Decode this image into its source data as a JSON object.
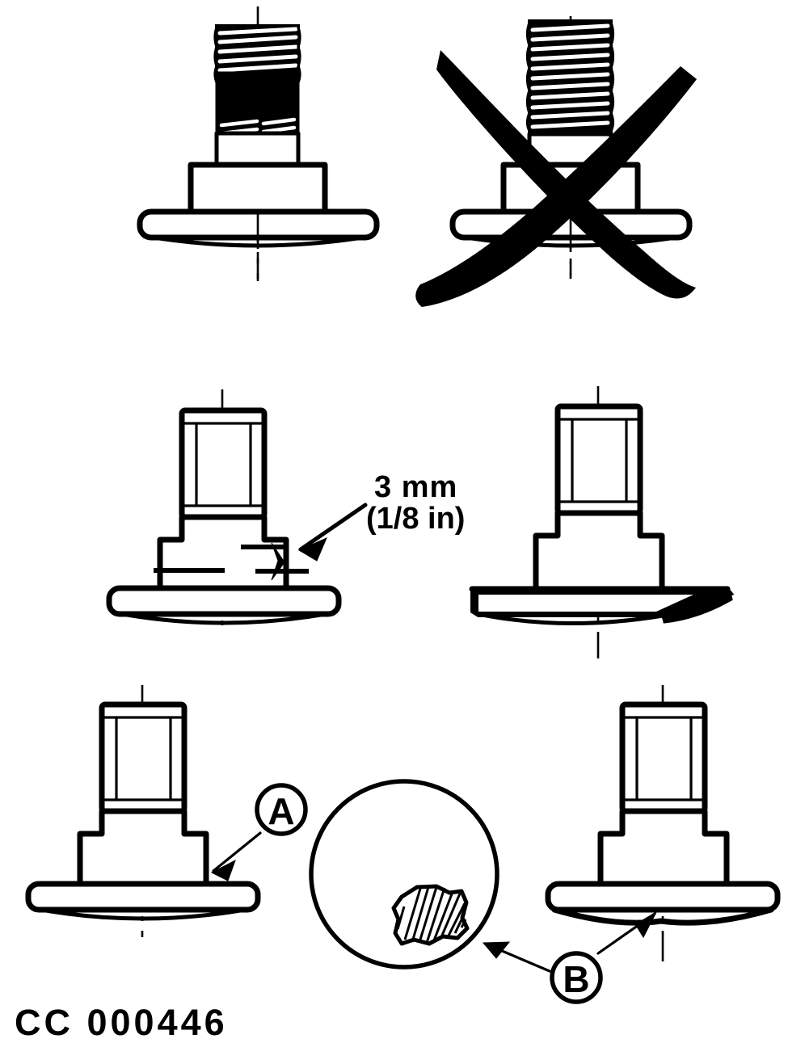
{
  "document": {
    "type": "technical-illustration",
    "caption": "CC 000446",
    "subject": "wheel stud / flange bolt installation comparison",
    "background_color": "#ffffff",
    "ink_color": "#000000"
  },
  "annotations": {
    "dimension_mm": "3 mm",
    "dimension_in": "(1/8 in)",
    "callout_a": "A",
    "callout_b": "B"
  },
  "figures": {
    "row1": {
      "left": {
        "name": "correct-stud-partially-coated",
        "status_mark": "none",
        "description": "stud with threaded tip and blackened coated shank seated on hex body and flange"
      },
      "right": {
        "name": "incorrect-stud-fully-threaded",
        "status_mark": "x-cross",
        "description": "fully threaded stud crossed out with a heavy hand drawn X"
      }
    },
    "row2": {
      "left": {
        "name": "stud-with-gap-dimension",
        "dimension_callout": "3 mm"
      },
      "right": {
        "name": "stud-with-deformed-flange",
        "description": "flange washer bent / distorted on one side"
      }
    },
    "row3": {
      "left": {
        "name": "stud-flange-top-surface",
        "callout": "A"
      },
      "center": {
        "name": "detail-magnifier-circle",
        "content": "hatched section fragment",
        "callout": "B"
      },
      "right": {
        "name": "stud-flange-underside",
        "callout": "B"
      }
    }
  }
}
